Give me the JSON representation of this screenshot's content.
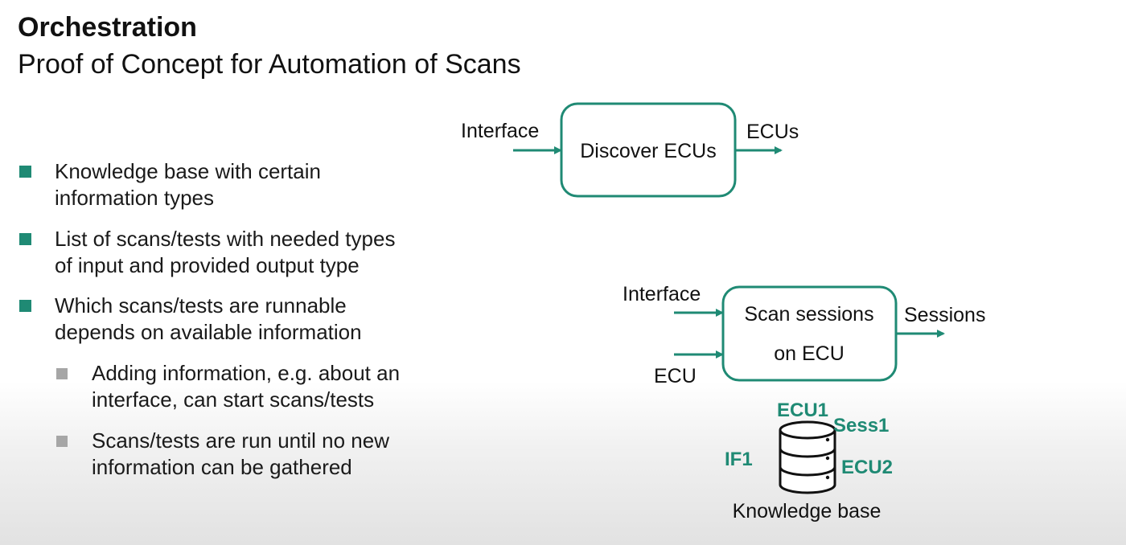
{
  "slide": {
    "title": "Orchestration",
    "subtitle": "Proof of Concept for Automation of Scans"
  },
  "bullets": [
    {
      "line1": "Knowledge base with certain",
      "line2": "information types"
    },
    {
      "line1": "List of scans/tests with needed types",
      "line2": "of input and provided output type"
    },
    {
      "line1": "Which scans/tests are runnable",
      "line2": "depends on available information"
    }
  ],
  "sub_bullets": [
    {
      "line1": "Adding information, e.g. about an",
      "line2": "interface, can start scans/tests"
    },
    {
      "line1": "Scans/tests are run until no new",
      "line2": "information can be gathered"
    }
  ],
  "diagram": {
    "discover": {
      "input_label": "Interface",
      "box_label": "Discover ECUs",
      "output_label": "ECUs"
    },
    "scan_sessions": {
      "input1_label": "Interface",
      "input2_label": "ECU",
      "box_label_line1": "Scan sessions",
      "box_label_line2": "on ECU",
      "output_label": "Sessions"
    },
    "knowledge_base": {
      "label": "Knowledge base",
      "tags": [
        "ECU1",
        "Sess1",
        "IF1",
        "ECU2"
      ]
    }
  },
  "colors": {
    "accent": "#1f8a74",
    "sub_marker": "#a6a6a6",
    "text": "#111111"
  }
}
